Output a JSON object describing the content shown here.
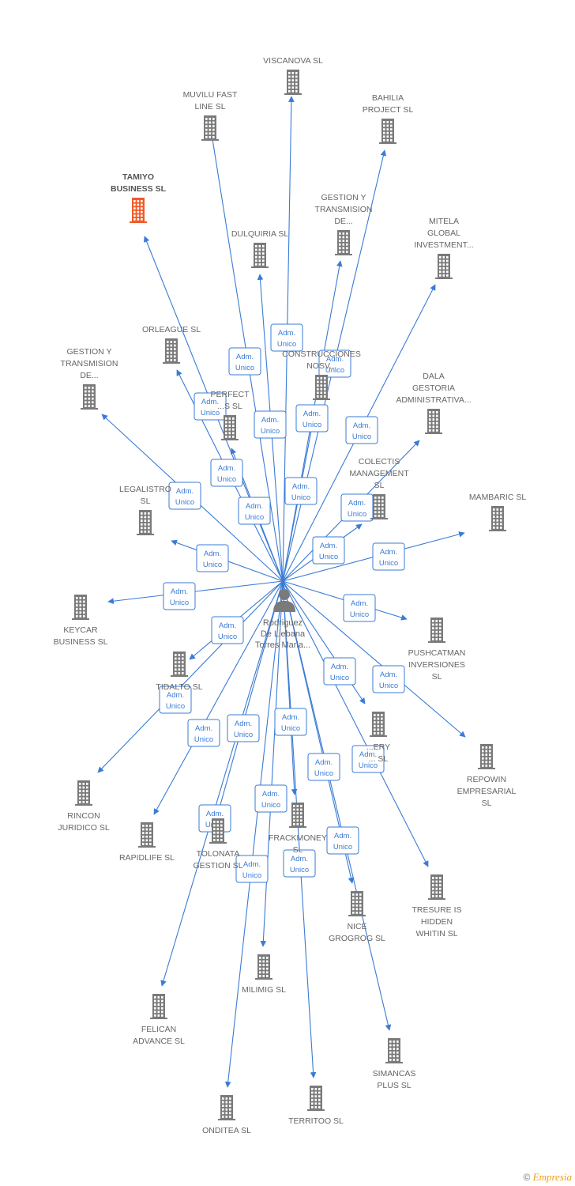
{
  "colors": {
    "edge": "#3a7bd5",
    "building": "#7a7a7a",
    "building_highlight": "#f05a28",
    "label": "#666666"
  },
  "center": {
    "lines": [
      "Rodriguez",
      "De Liebana",
      "Torres Maria..."
    ],
    "icon": "person-icon"
  },
  "role": [
    "Adm.",
    "Unico"
  ],
  "companies": [
    {
      "lines": [
        "VISCANOVA  SL"
      ]
    },
    {
      "lines": [
        "MUVILU FAST",
        "LINE  SL"
      ]
    },
    {
      "lines": [
        "BAHILIA",
        "PROJECT  SL"
      ]
    },
    {
      "lines": [
        "TAMIYO",
        "BUSINESS  SL"
      ],
      "highlight": true
    },
    {
      "lines": [
        "GESTION Y",
        "TRANSMISION",
        "DE..."
      ]
    },
    {
      "lines": [
        "DULQUIRIA  SL"
      ]
    },
    {
      "lines": [
        "MITELA",
        "GLOBAL",
        "INVESTMENT..."
      ]
    },
    {
      "lines": [
        "ORLEAGUE  SL"
      ]
    },
    {
      "lines": [
        "CONSTRUCCIONES",
        "NOSV..."
      ]
    },
    {
      "lines": [
        "GESTION Y",
        "TRANSMISION",
        "DE..."
      ]
    },
    {
      "lines": [
        "PERFECT",
        "...S  SL"
      ]
    },
    {
      "lines": [
        "DALA",
        "GESTORIA",
        "ADMINISTRATIVA..."
      ]
    },
    {
      "lines": [
        "COLECTIS",
        "MANAGEMENT",
        "SL"
      ]
    },
    {
      "lines": [
        "LEGALISTRO",
        "SL"
      ]
    },
    {
      "lines": [
        "MAMBARIC  SL"
      ]
    },
    {
      "lines": [
        "KEYCAR",
        "BUSINESS  SL"
      ]
    },
    {
      "lines": [
        "PUSHCATMAN",
        "INVERSIONES",
        "SL"
      ]
    },
    {
      "lines": [
        "TIDALTO  SL"
      ]
    },
    {
      "lines": [
        "...ERY",
        "...  SL"
      ]
    },
    {
      "lines": [
        "REPOWIN",
        "EMPRESARIAL",
        "SL"
      ]
    },
    {
      "lines": [
        "RINCON",
        "JURIDICO SL"
      ]
    },
    {
      "lines": [
        "RAPIDLIFE  SL"
      ]
    },
    {
      "lines": [
        "TOLONATA",
        "GESTION  SL"
      ]
    },
    {
      "lines": [
        "FRACKMONEY",
        "SL"
      ]
    },
    {
      "lines": [
        "TRESURE IS",
        "HIDDEN",
        "WHITIN  SL"
      ]
    },
    {
      "lines": [
        "NICE",
        "GROGROG  SL"
      ]
    },
    {
      "lines": [
        "MILIMIG  SL"
      ]
    },
    {
      "lines": [
        "FELICAN",
        "ADVANCE  SL"
      ]
    },
    {
      "lines": [
        "SIMANCAS",
        "PLUS  SL"
      ]
    },
    {
      "lines": [
        "ONDITEA  SL"
      ]
    },
    {
      "lines": [
        "TERRITOO  SL"
      ]
    }
  ],
  "footer": {
    "copyright": "©",
    "brand": "Empresia"
  }
}
